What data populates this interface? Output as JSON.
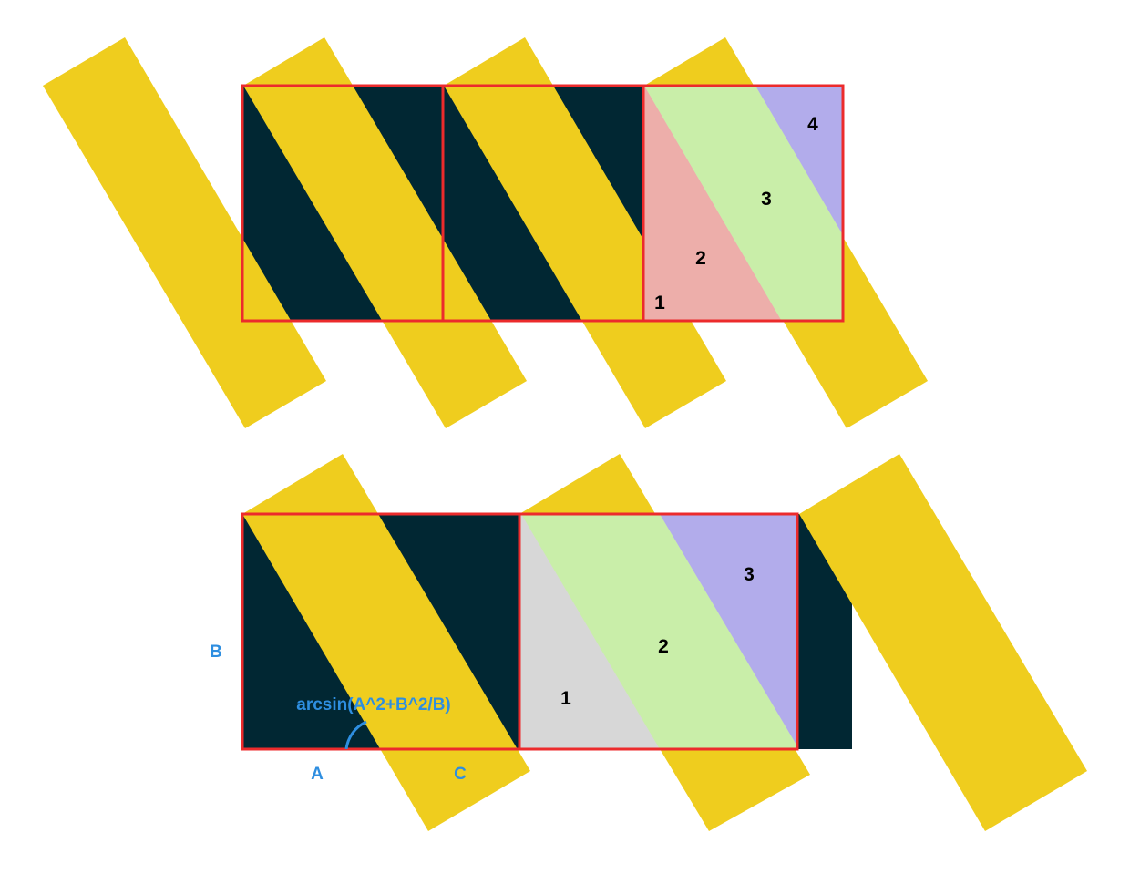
{
  "colors": {
    "background": "#ffffff",
    "dark": "#012733",
    "yellow": "#efcd1e",
    "frame": "#ec2b2c",
    "grey": "#d7d7d7",
    "pink": "#edaeaa",
    "green": "#c9eea9",
    "purple": "#b2aceb",
    "annotation": "#2e8ee0"
  },
  "top_diagram": {
    "region_labels": [
      "1",
      "2",
      "3",
      "4"
    ]
  },
  "bottom_diagram": {
    "region_labels": [
      "1",
      "2",
      "3"
    ],
    "side_labels": {
      "a": "A",
      "b": "B",
      "c": "C"
    },
    "angle_label": "arcsin(A^2+B^2/B)"
  }
}
